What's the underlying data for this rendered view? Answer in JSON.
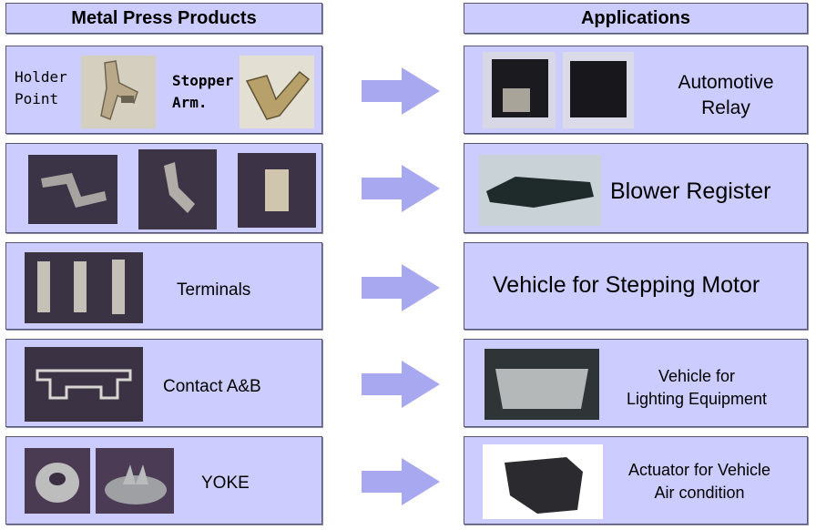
{
  "headers": {
    "left": "Metal Press Products",
    "right": "Applications"
  },
  "rows": [
    {
      "products": {
        "label_a": "Holder\nPoint",
        "label_b": "Stopper\nArm."
      },
      "application": "Automotive\nRelay"
    },
    {
      "products": {},
      "application": "Blower Register"
    },
    {
      "products": {
        "label": "Terminals"
      },
      "application": "Vehicle for Stepping Motor"
    },
    {
      "products": {
        "label": "Contact A&B"
      },
      "application": "Vehicle for\nLighting Equipment"
    },
    {
      "products": {
        "label": "YOKE"
      },
      "application": "Actuator for Vehicle\nAir condition"
    }
  ],
  "colors": {
    "box_fill": "#ccccff",
    "arrow_fill": "#a8a8f0"
  },
  "icons": {
    "arrow": "right-arrow-icon"
  }
}
